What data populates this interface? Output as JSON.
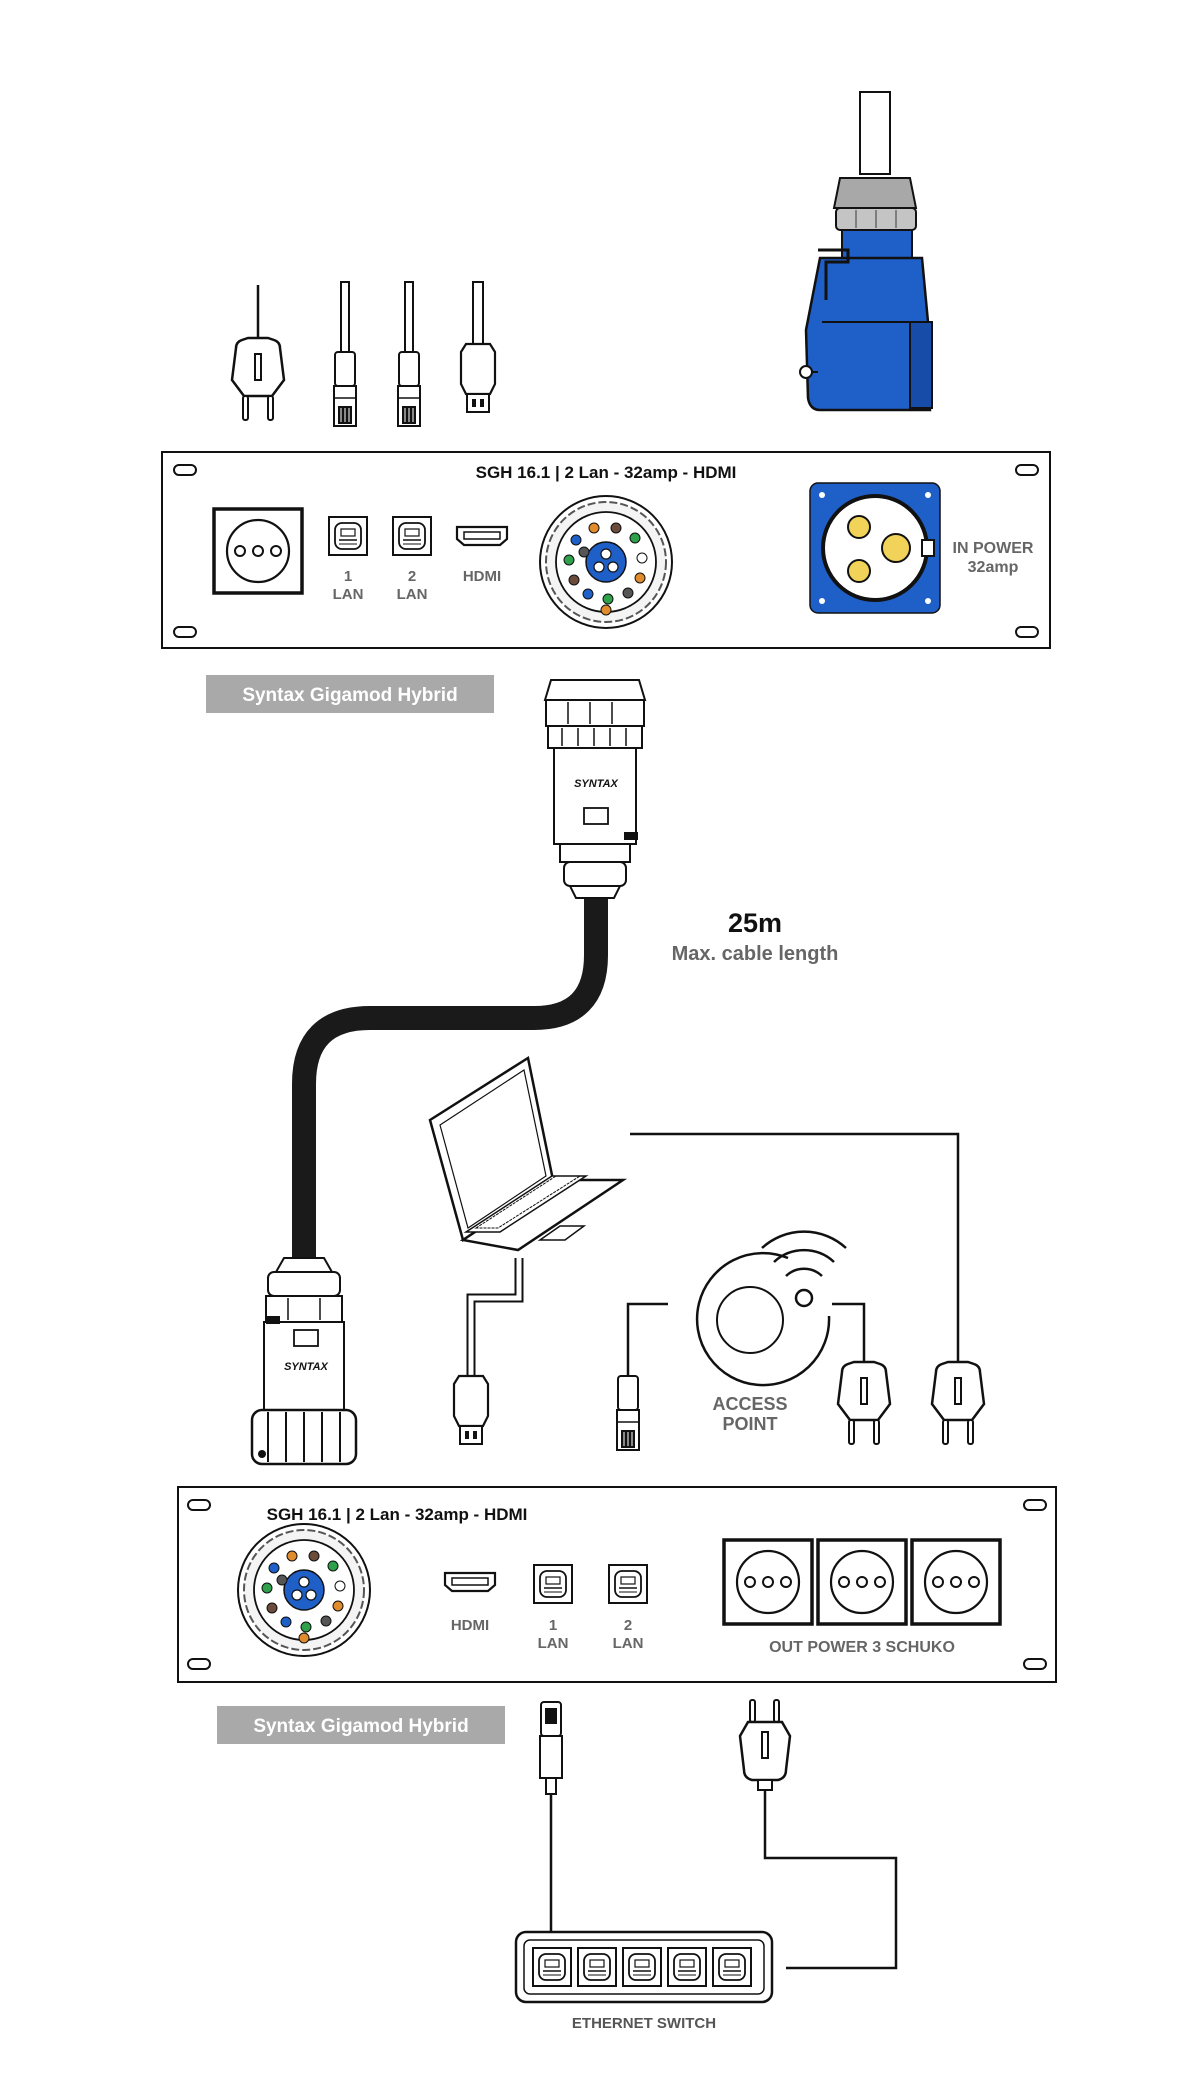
{
  "top_panel": {
    "title": "SGH 16.1 | 2 Lan - 32amp - HDMI",
    "lan1_num": "1",
    "lan1_text": "LAN",
    "lan2_num": "2",
    "lan2_text": "LAN",
    "hdmi": "HDMI",
    "in_power_line1": "IN POWER",
    "in_power_line2": "32amp"
  },
  "top_brand": "Syntax Gigamod Hybrid",
  "cable": {
    "length": "25m",
    "caption": "Max. cable length"
  },
  "connector_logo": "SYNTAX",
  "access_point": {
    "line1": "ACCESS",
    "line2": "POINT"
  },
  "bottom_panel": {
    "title": "SGH 16.1 | 2 Lan - 32amp - HDMI",
    "hdmi": "HDMI",
    "lan1_num": "1",
    "lan1_text": "LAN",
    "lan2_num": "2",
    "lan2_text": "LAN",
    "out_power": "OUT POWER 3 SCHUKO"
  },
  "bottom_brand": "Syntax Gigamod Hybrid",
  "switch_label": "ETHERNET SWITCH",
  "colors": {
    "cee_blue": "#1f5fc8",
    "cee_grey": "#a8a8a8",
    "pin_yellow": "#f2d35a",
    "brand_bg": "#a9a9a9",
    "cable": "#1a1a1a"
  }
}
